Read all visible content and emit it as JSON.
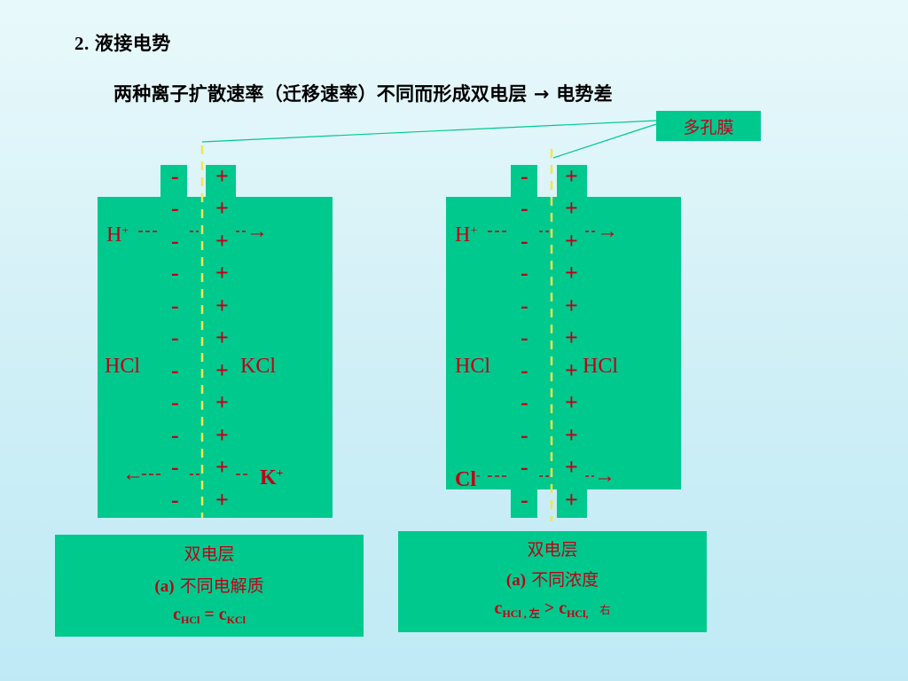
{
  "title": {
    "number": "2.",
    "text": "液接电势"
  },
  "subtitle": "两种离子扩散速率（迁移速率）不同而形成双电层 → 电势差",
  "membrane_label": "多孔膜",
  "colors": {
    "fill": "#00c98e",
    "sign": "#c00016",
    "membrane_dash": "#f2e64a",
    "callout_line": "#00c98e"
  },
  "left_diagram": {
    "minus_signs": [
      "-",
      "-",
      "-",
      "-",
      "-",
      "-",
      "-",
      "-",
      "-",
      "-",
      "-"
    ],
    "plus_signs": [
      "+",
      "+",
      "+",
      "+",
      "+",
      "+",
      "+",
      "+",
      "+",
      "+",
      "+"
    ],
    "h_ion": "H",
    "h_charge": "+",
    "h_arrow": "→",
    "left_solution": "HCl",
    "right_solution": "KCl",
    "k_arrow": "←",
    "k_ion": "K",
    "k_charge": "+"
  },
  "right_diagram": {
    "minus_signs": [
      "-",
      "-",
      "-",
      "-",
      "-",
      "-",
      "-",
      "-",
      "-",
      "-",
      "-"
    ],
    "plus_signs": [
      "+",
      "+",
      "+",
      "+",
      "+",
      "+",
      "+",
      "+",
      "+",
      "+",
      "+"
    ],
    "h_ion": "H",
    "h_charge": "+",
    "h_arrow": "→",
    "left_solution": "HCl",
    "right_solution": "HCl",
    "cl_ion": "Cl",
    "cl_charge": "-",
    "cl_arrow": "→"
  },
  "caption_left": {
    "line1": "双电层",
    "line2_prefix": "(a)",
    "line2_text": "不同电解质",
    "c1": "c",
    "c1_sub": "HCl",
    "eq": "=",
    "c2": "c",
    "c2_sub": "KCl"
  },
  "caption_right": {
    "line1": "双电层",
    "line2_prefix": "(a)",
    "line2_text": "不同浓度",
    "c1": "c",
    "c1_sub": "HCl , 左",
    "gt": ">",
    "c2": "c",
    "c2_sub": "HCl,",
    "c2_side": "右"
  }
}
